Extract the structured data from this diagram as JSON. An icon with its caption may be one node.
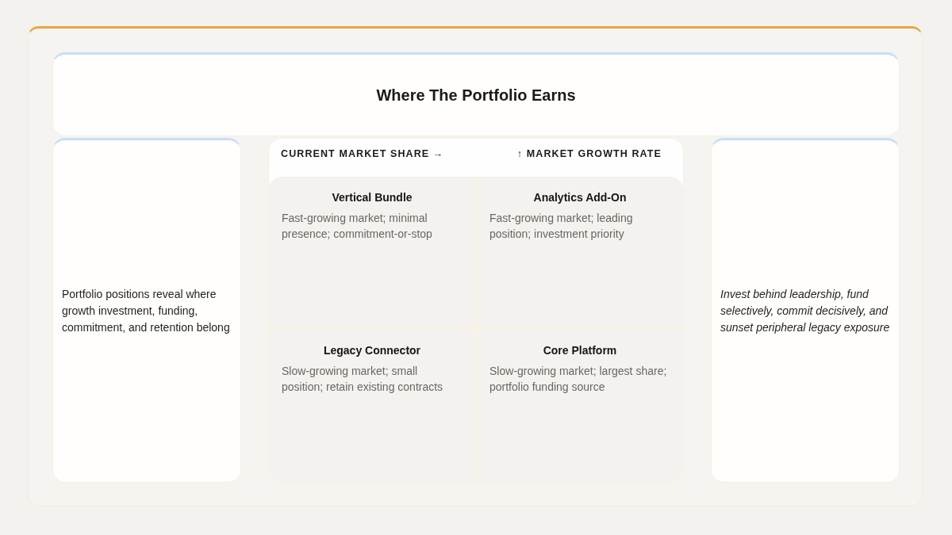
{
  "diagram": {
    "title": "Where The Portfolio Earns",
    "nodes": [
      {
        "text": [
          "Portfolio positions reveal where growth investment, funding, commitment, and retention belong"
        ]
      },
      {
        "text": [
          "CURRENT MARKET SHARE →",
          "↑ MARKET GROWTH RATE"
        ]
      },
      {
        "text": [
          "Vertical Bundle",
          "Fast-growing market; minimal presence; commitment-or-stop"
        ],
        "in": 1
      },
      {
        "text": [
          "Analytics Add-On",
          "Fast-growing market; leading position; investment priority"
        ],
        "in": 1
      },
      {
        "text": [
          "Legacy Connector",
          "Slow-growing market; small position; retain existing contracts"
        ],
        "in": 1
      },
      {
        "text": [
          "Core Platform",
          "Slow-growing market; largest share; portfolio funding source"
        ],
        "in": 1
      },
      {
        "text": [
          "Invest behind leadership, fund selectively, commit decisively, and sunset peripheral legacy exposure"
        ]
      }
    ]
  }
}
